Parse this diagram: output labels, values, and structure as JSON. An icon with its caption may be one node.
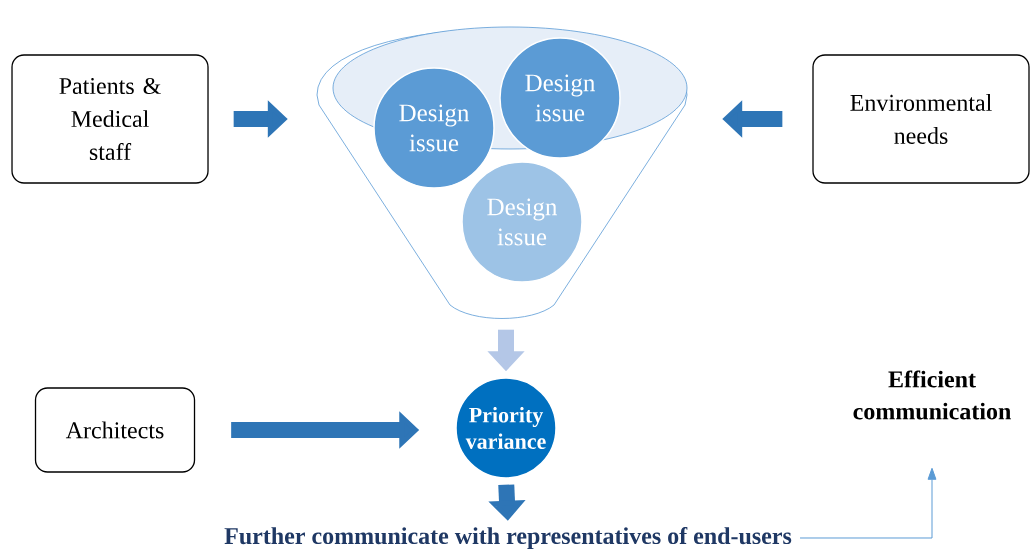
{
  "diagram": {
    "nodes": [
      {
        "text": [
          "Patients & Medical staff"
        ]
      },
      {
        "text": [
          "Environmental needs"
        ]
      },
      {
        "text": [],
        "shape": "funnel"
      },
      {
        "text": [
          "Design issue"
        ],
        "in": 2
      },
      {
        "text": [
          "Design issue"
        ],
        "in": 2
      },
      {
        "text": [
          "Design issue"
        ],
        "in": 2
      },
      {
        "text": [
          "Architects"
        ]
      },
      {
        "text": [
          "Priority variance"
        ]
      },
      {
        "text": [
          "Further communicate with representatives of end-users"
        ]
      },
      {
        "text": [
          "Efficient communication"
        ]
      }
    ],
    "edges": [
      {
        "from": 0,
        "to": 2,
        "arrow": "to"
      },
      {
        "from": 1,
        "to": 2,
        "arrow": "to"
      },
      {
        "from": 2,
        "to": 7,
        "arrow": "to",
        "color": "#b4c7e7"
      },
      {
        "from": 6,
        "to": 7,
        "arrow": "to"
      },
      {
        "from": 7,
        "to": 8,
        "arrow": "to"
      },
      {
        "from": 8,
        "to": 9,
        "arrow": "to",
        "color": "#5b9bd5"
      }
    ]
  }
}
